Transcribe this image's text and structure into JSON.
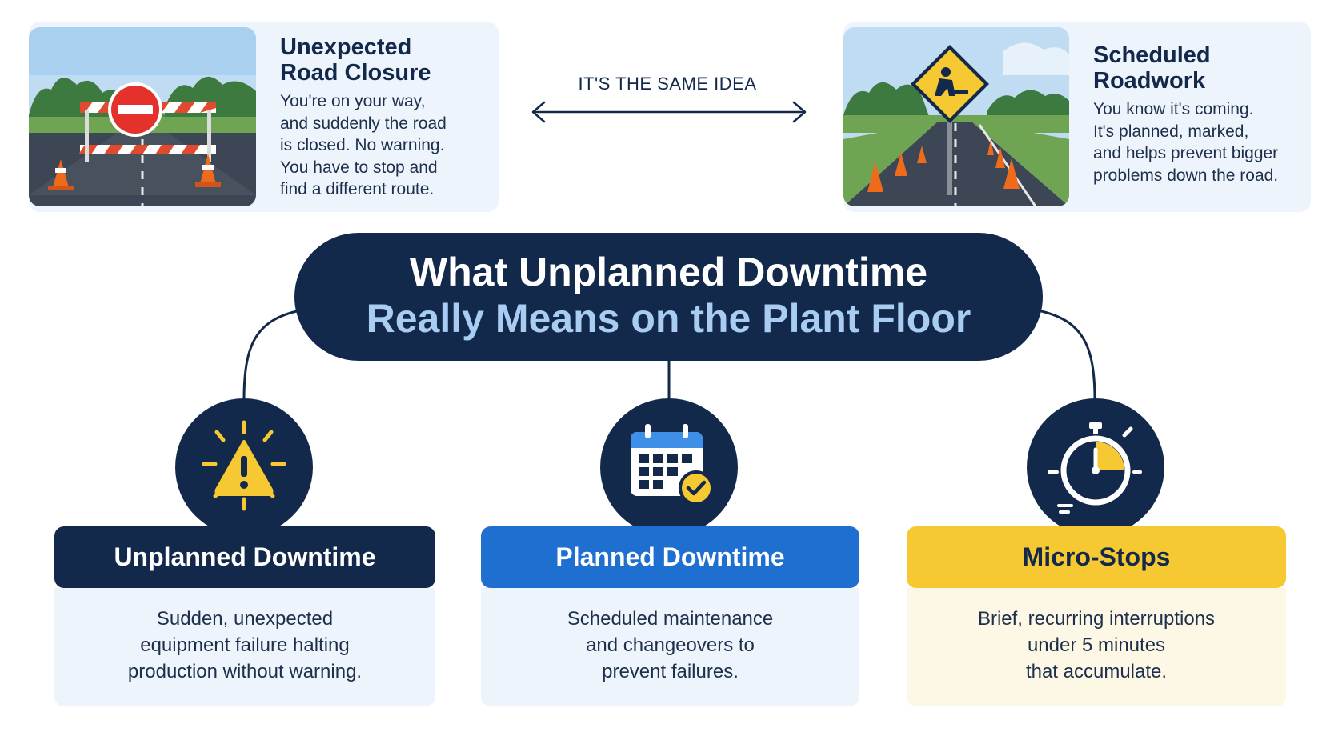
{
  "analogy": {
    "left": {
      "title_lines": [
        "Unexpected",
        "Road Closure"
      ],
      "body_lines": [
        "You're on your way,",
        "and suddenly the road",
        "is closed. No warning.",
        "You have to stop and",
        "find a different route."
      ]
    },
    "connector_label": "IT'S THE SAME IDEA",
    "right": {
      "title_lines": [
        "Scheduled",
        "Roadwork"
      ],
      "body_lines": [
        "You know it's coming.",
        "It's planned, marked,",
        "and helps prevent bigger",
        "problems down the road."
      ]
    }
  },
  "headline": {
    "line1": "What Unplanned Downtime",
    "line2": "Really Means on the Plant Floor"
  },
  "categories": [
    {
      "title": "Unplanned Downtime",
      "icon": "warning-icon",
      "body_lines": [
        "Sudden, unexpected",
        "equipment failure halting",
        "production without warning."
      ]
    },
    {
      "title": "Planned Downtime",
      "icon": "calendar-check-icon",
      "body_lines": [
        "Scheduled maintenance",
        "and changeovers to",
        "prevent failures."
      ]
    },
    {
      "title": "Micro-Stops",
      "icon": "stopwatch-icon",
      "body_lines": [
        "Brief, recurring interruptions",
        "under 5 minutes",
        "that accumulate."
      ]
    }
  ],
  "colors": {
    "navy": "#13294b",
    "blue": "#1f6fd1",
    "yellow": "#f6c933",
    "light_blue_bg": "#eef4fc",
    "light_yellow_bg": "#fdf7e6",
    "headline_accent": "#a9cdf2"
  }
}
